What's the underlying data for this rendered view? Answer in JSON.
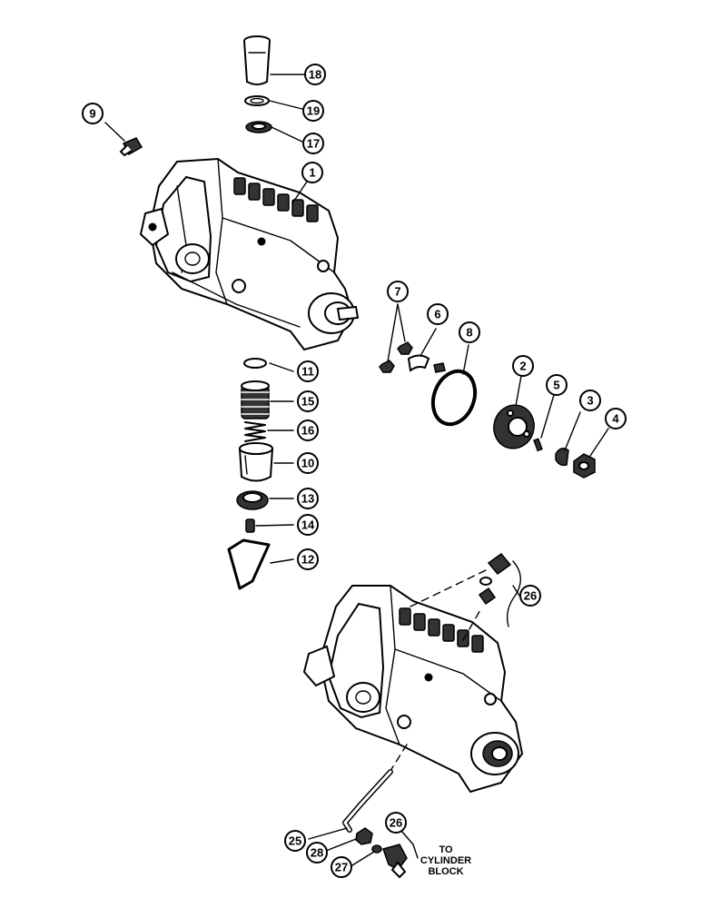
{
  "diagram": {
    "callouts": [
      {
        "id": "c18",
        "label": "18"
      },
      {
        "id": "c19",
        "label": "19"
      },
      {
        "id": "c17",
        "label": "17"
      },
      {
        "id": "c9",
        "label": "9"
      },
      {
        "id": "c1",
        "label": "1"
      },
      {
        "id": "c7",
        "label": "7"
      },
      {
        "id": "c6",
        "label": "6"
      },
      {
        "id": "c8",
        "label": "8"
      },
      {
        "id": "c2",
        "label": "2"
      },
      {
        "id": "c5",
        "label": "5"
      },
      {
        "id": "c3",
        "label": "3"
      },
      {
        "id": "c4",
        "label": "4"
      },
      {
        "id": "c11",
        "label": "11"
      },
      {
        "id": "c15",
        "label": "15"
      },
      {
        "id": "c16",
        "label": "16"
      },
      {
        "id": "c10",
        "label": "10"
      },
      {
        "id": "c13",
        "label": "13"
      },
      {
        "id": "c14",
        "label": "14"
      },
      {
        "id": "c12",
        "label": "12"
      },
      {
        "id": "c26a",
        "label": "26"
      },
      {
        "id": "c25",
        "label": "25"
      },
      {
        "id": "c26b",
        "label": "26"
      },
      {
        "id": "c28",
        "label": "28"
      },
      {
        "id": "c27",
        "label": "27"
      }
    ],
    "note": {
      "line1": "TO",
      "line2": "CYLINDER",
      "line3": "BLOCK"
    }
  }
}
